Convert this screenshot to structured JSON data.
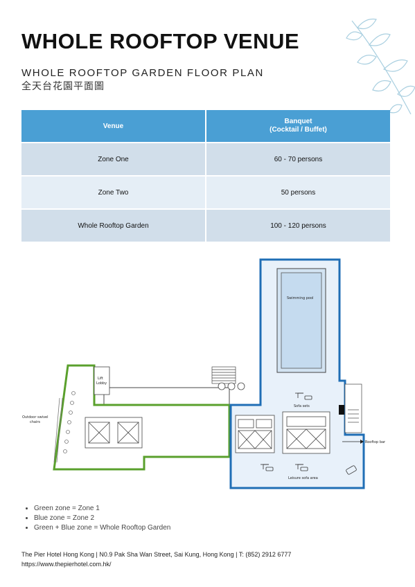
{
  "header": {
    "title": "WHOLE ROOFTOP VENUE",
    "subtitle": "WHOLE ROOFTOP GARDEN FLOOR PLAN",
    "subtitle_zh": "全天台花園平面圖"
  },
  "table": {
    "headers": {
      "venue": "Venue",
      "banquet_line1": "Banquet",
      "banquet_line2": "(Cocktail / Buffet)"
    },
    "rows": [
      {
        "venue": "Zone One",
        "capacity": "60 - 70 persons"
      },
      {
        "venue": "Zone Two",
        "capacity": "50 persons"
      },
      {
        "venue": "Whole Rooftop Garden",
        "capacity": "100 - 120 persons"
      }
    ]
  },
  "floorplan": {
    "labels": {
      "pool": "Swimming pool",
      "lift_line1": "Lift",
      "lift_line2": "Lobby",
      "outdoor_line1": "Outdoor swivel",
      "outdoor_line2": "chairs",
      "sofa_sets": "Sofa sets",
      "rooftop_bar": "Rooftop bar",
      "leisure": "Leisure sofa area"
    },
    "colors": {
      "zone1": "#5aa02c",
      "zone2": "#1f6eb5",
      "zone2_fill": "#e6f0fa"
    }
  },
  "legend": [
    "Green zone = Zone 1",
    "Blue zone = Zone 2",
    "Green + Blue zone = Whole Rooftop Garden"
  ],
  "footer": {
    "address": "The Pier Hotel Hong Kong | N0.9 Pak Sha Wan Street, Sai Kung, Hong Kong | T: (852) 2912 6777",
    "url": "https://www.thepierhotel.com.hk/"
  }
}
